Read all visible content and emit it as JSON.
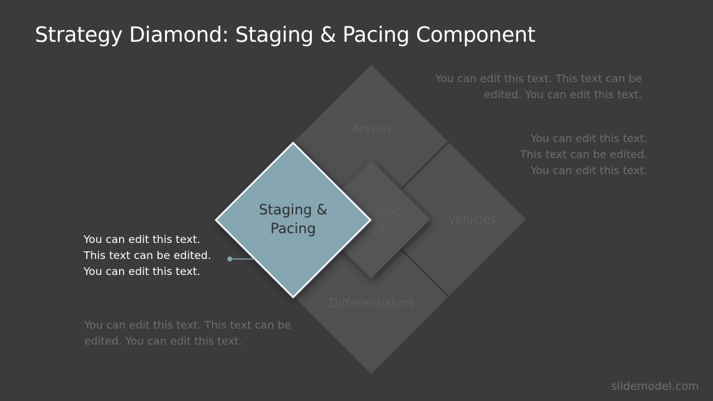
{
  "slide": {
    "title": "Strategy Diamond: Staging & Pacing Component",
    "footer": "slidemodel.com"
  },
  "diagram": {
    "segments": {
      "arenas": "Arenas",
      "vehicles": "Vehicles",
      "differentiators": "Differentiators",
      "center_line1": "Economic",
      "center_line2": "Logic"
    },
    "highlight": {
      "line1": "Staging &",
      "line2": "Pacing"
    },
    "colors": {
      "background": "#3b3b3b",
      "segment": "#505050",
      "center": "#545454",
      "highlight": "#86a6b1",
      "highlight_border": "#ffffff",
      "muted_text": "#6e6e6e"
    }
  },
  "notes": {
    "top_right": [
      "You can edit this text. This text can be",
      "edited. You can edit this text."
    ],
    "right": [
      "You can edit this text.",
      "This text can be edited.",
      "You can edit this text."
    ],
    "left": [
      "You can edit this text.",
      "This text can be edited.",
      "You can edit this text."
    ],
    "bottom_left": [
      "You can edit this text. This text can be",
      "edited. You can edit this text."
    ]
  }
}
